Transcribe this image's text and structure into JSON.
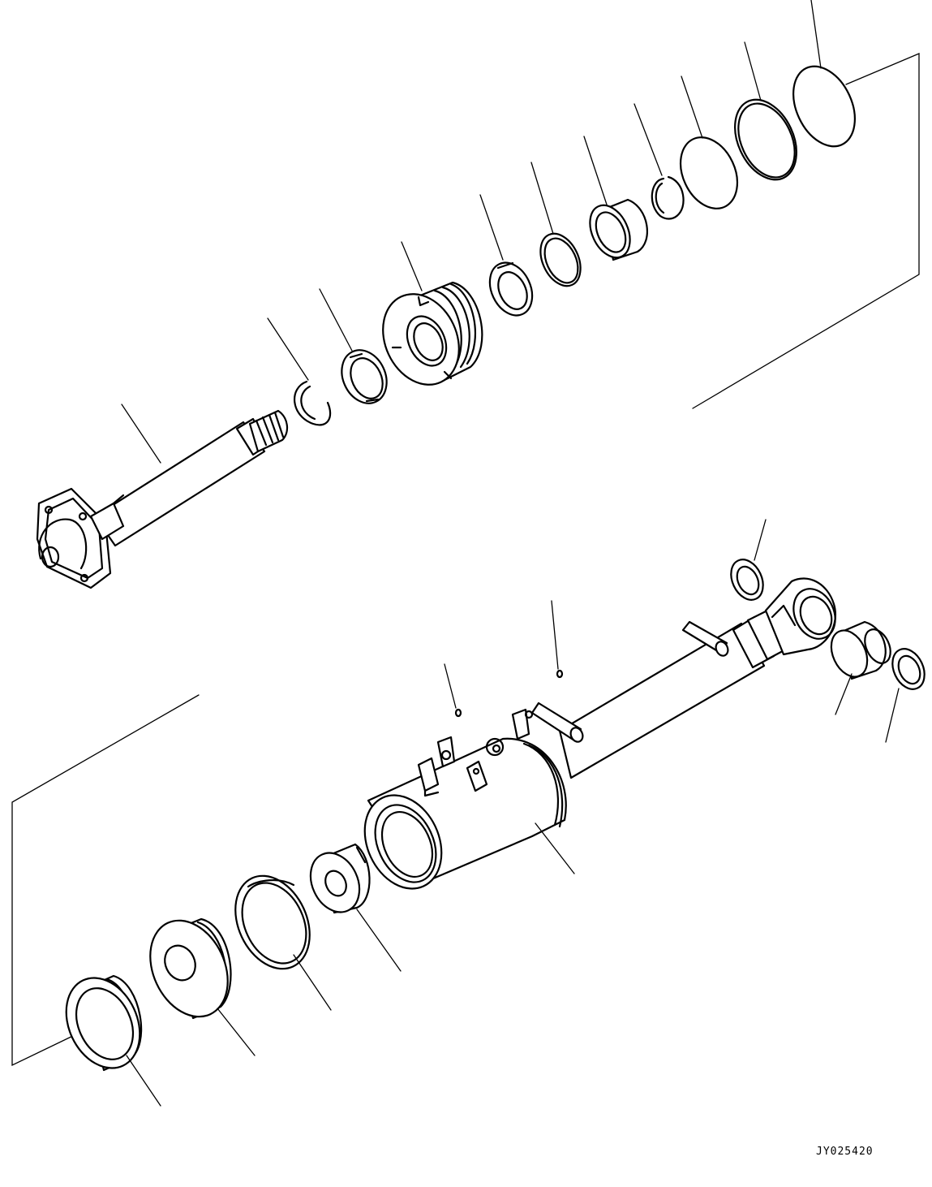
{
  "drawing": {
    "code": "JY025420"
  },
  "parts": [
    {
      "id": "rod",
      "icon": "piston-rod-icon"
    },
    {
      "id": "snap-ring",
      "icon": "snap-ring-icon"
    },
    {
      "id": "rod-ring",
      "icon": "ring-icon"
    },
    {
      "id": "cylinder-head",
      "icon": "threaded-head-icon"
    },
    {
      "id": "head-ring",
      "icon": "ring-icon"
    },
    {
      "id": "rod-packing",
      "icon": "packing-icon"
    },
    {
      "id": "head-bushing",
      "icon": "bushing-icon"
    },
    {
      "id": "small-snap-ring",
      "icon": "snap-ring-icon"
    },
    {
      "id": "o-ring",
      "icon": "o-ring-icon"
    },
    {
      "id": "backup-ring",
      "icon": "o-ring-icon"
    },
    {
      "id": "large-o-ring",
      "icon": "o-ring-icon"
    },
    {
      "id": "cylinder-tube",
      "icon": "cylinder-tube-icon"
    },
    {
      "id": "grease-fitting",
      "icon": "grease-fitting-icon"
    },
    {
      "id": "grease-fitting-2",
      "icon": "grease-fitting-icon"
    },
    {
      "id": "end-dust-seal",
      "icon": "seal-icon"
    },
    {
      "id": "bottom-bushing",
      "icon": "bushing-icon"
    },
    {
      "id": "bottom-dust-seal",
      "icon": "seal-icon"
    },
    {
      "id": "piston-nut",
      "icon": "nut-icon"
    },
    {
      "id": "wear-ring",
      "icon": "wear-ring-icon"
    },
    {
      "id": "piston",
      "icon": "piston-icon"
    },
    {
      "id": "piston-ring",
      "icon": "piston-ring-icon"
    }
  ]
}
